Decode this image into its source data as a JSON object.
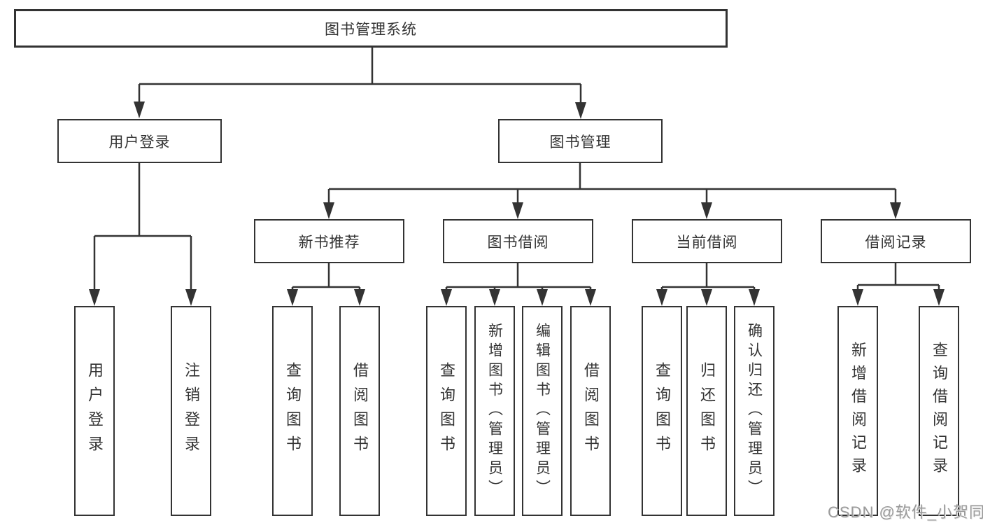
{
  "diagram_type": "hierarchy-tree",
  "colors": {
    "line": "#333333",
    "box_background": "#ffffff",
    "text": "#333333",
    "watermark": "#9a9a9a"
  },
  "watermark": "CSDN @软件_小贺同学",
  "tree": {
    "label": "图书管理系统",
    "children": [
      {
        "label": "用户登录",
        "children": [
          {
            "label": "用户登录"
          },
          {
            "label": "注销登录"
          }
        ]
      },
      {
        "label": "图书管理",
        "children": [
          {
            "label": "新书推荐",
            "children": [
              {
                "label": "查询图书"
              },
              {
                "label": "借阅图书"
              }
            ]
          },
          {
            "label": "图书借阅",
            "children": [
              {
                "label": "查询图书"
              },
              {
                "label": "新增图书（管理员）"
              },
              {
                "label": "编辑图书（管理员）"
              },
              {
                "label": "借阅图书"
              }
            ]
          },
          {
            "label": "当前借阅",
            "children": [
              {
                "label": "查询图书"
              },
              {
                "label": "归还图书"
              },
              {
                "label": "确认归还（管理员）"
              }
            ]
          },
          {
            "label": "借阅记录",
            "children": [
              {
                "label": "新增借阅记录"
              },
              {
                "label": "查询借阅记录"
              }
            ]
          }
        ]
      }
    ]
  }
}
